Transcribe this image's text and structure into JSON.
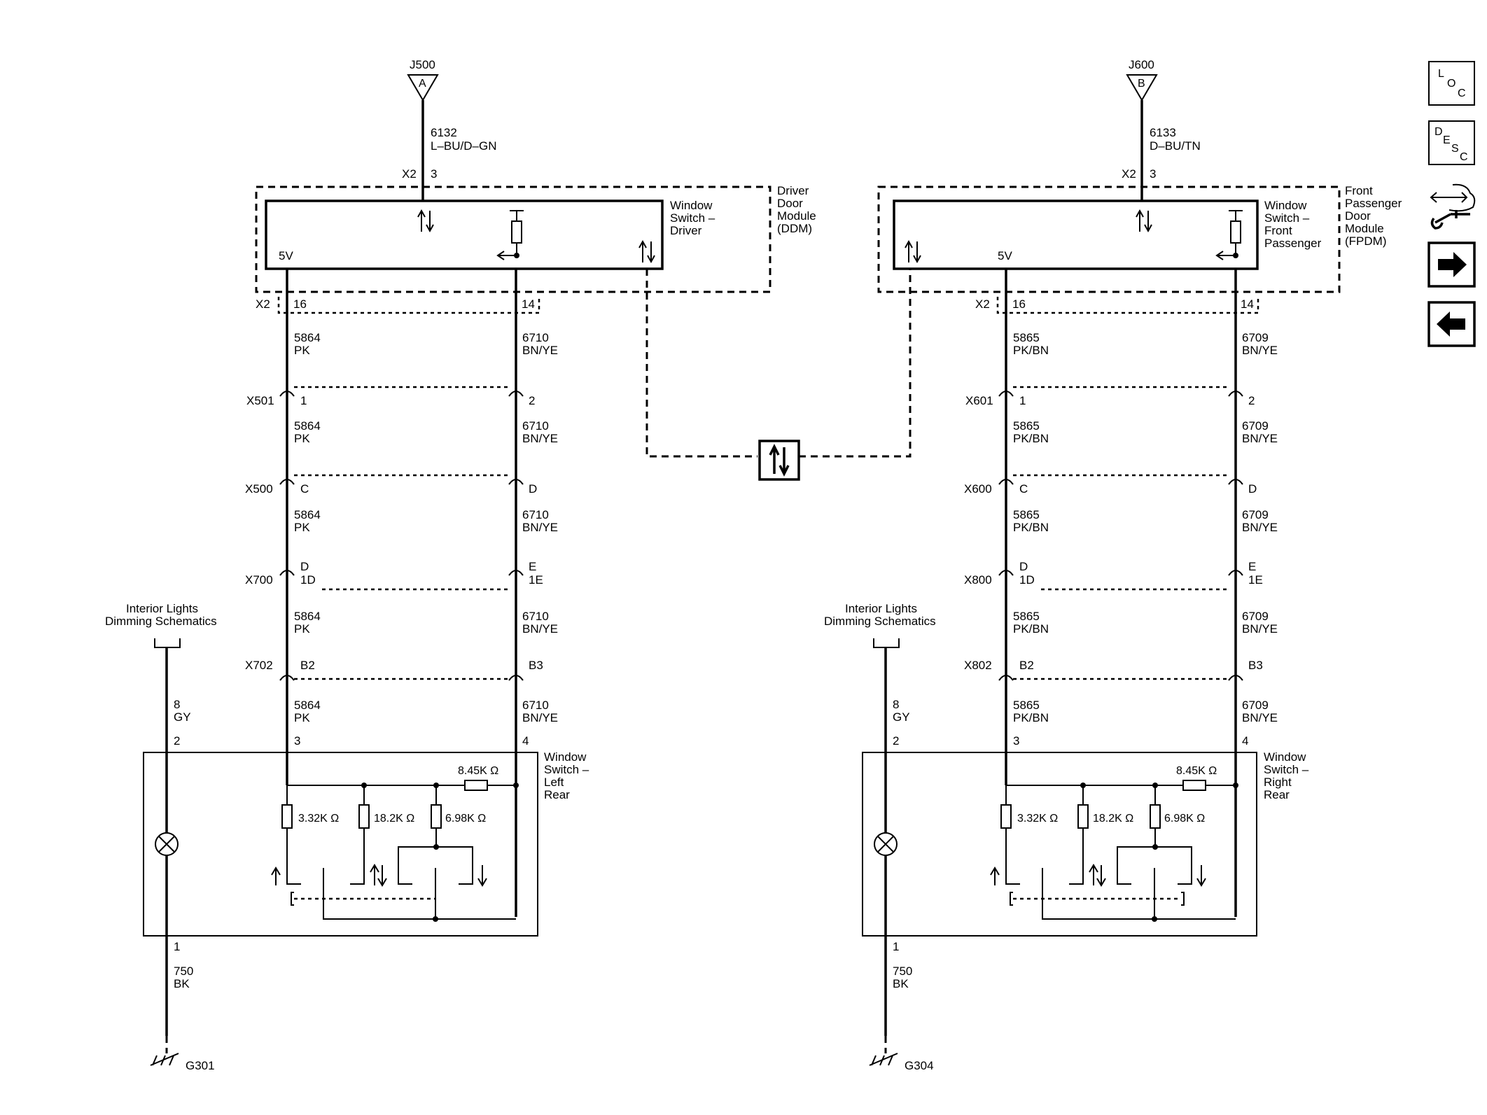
{
  "left": {
    "connector_tag": "J500",
    "connector_letter": "A",
    "feed_circuit": "6132",
    "feed_color": "L–BU/D–GN",
    "x2_label": "X2",
    "x2_pin": "3",
    "module_label": [
      "Driver",
      "Door",
      "Module",
      "(DDM)"
    ],
    "switch_label": [
      "Window",
      "Switch –",
      "Driver"
    ],
    "v5": "5V",
    "pin_x2": "X2",
    "pin16": "16",
    "pin14": "14",
    "wireA": [
      {
        "c": "5864",
        "col": "PK"
      },
      {
        "c": "5864",
        "col": "PK"
      },
      {
        "c": "5864",
        "col": "PK"
      },
      {
        "c": "5864",
        "col": "PK"
      },
      {
        "c": "5864",
        "col": "PK"
      }
    ],
    "wireB": [
      {
        "c": "6710",
        "col": "BN/YE"
      },
      {
        "c": "6710",
        "col": "BN/YE"
      },
      {
        "c": "6710",
        "col": "BN/YE"
      },
      {
        "c": "6710",
        "col": "BN/YE"
      },
      {
        "c": "6710",
        "col": "BN/YE"
      }
    ],
    "connectors": [
      {
        "name": "X501",
        "a": "1",
        "a2": "",
        "b": "2",
        "b2": ""
      },
      {
        "name": "X500",
        "a": "C",
        "a2": "",
        "b": "D",
        "b2": ""
      },
      {
        "name": "X700",
        "a": "D",
        "a2": "1D",
        "b": "E",
        "b2": "1E"
      },
      {
        "name": "X702",
        "a": "B2",
        "a2": "",
        "b": "B3",
        "b2": ""
      }
    ],
    "dimming": [
      "Interior Lights",
      "Dimming Schematics"
    ],
    "gy_circuit": "8",
    "gy_color": "GY",
    "pin2": "2",
    "pin3": "3",
    "pin4": "4",
    "rear_label": [
      "Window",
      "Switch –",
      "Left",
      "Rear"
    ],
    "r1": "8.45K Ω",
    "r2": "3.32K Ω",
    "r3": "18.2K Ω",
    "r4": "6.98K Ω",
    "pin1": "1",
    "bk_circuit": "750",
    "bk_color": "BK",
    "ground": "G301"
  },
  "right": {
    "connector_tag": "J600",
    "connector_letter": "B",
    "feed_circuit": "6133",
    "feed_color": "D–BU/TN",
    "x2_label": "X2",
    "x2_pin": "3",
    "module_label": [
      "Front",
      "Passenger",
      "Door",
      "Module",
      "(FPDM)"
    ],
    "switch_label": [
      "Window",
      "Switch –",
      "Front",
      "Passenger"
    ],
    "v5": "5V",
    "pin_x2": "X2",
    "pin16": "16",
    "pin14": "14",
    "wireA": [
      {
        "c": "5865",
        "col": "PK/BN"
      },
      {
        "c": "5865",
        "col": "PK/BN"
      },
      {
        "c": "5865",
        "col": "PK/BN"
      },
      {
        "c": "5865",
        "col": "PK/BN"
      },
      {
        "c": "5865",
        "col": "PK/BN"
      }
    ],
    "wireB": [
      {
        "c": "6709",
        "col": "BN/YE"
      },
      {
        "c": "6709",
        "col": "BN/YE"
      },
      {
        "c": "6709",
        "col": "BN/YE"
      },
      {
        "c": "6709",
        "col": "BN/YE"
      },
      {
        "c": "6709",
        "col": "BN/YE"
      }
    ],
    "connectors": [
      {
        "name": "X601",
        "a": "1",
        "a2": "",
        "b": "2",
        "b2": ""
      },
      {
        "name": "X600",
        "a": "C",
        "a2": "",
        "b": "D",
        "b2": ""
      },
      {
        "name": "X800",
        "a": "D",
        "a2": "1D",
        "b": "E",
        "b2": "1E"
      },
      {
        "name": "X802",
        "a": "B2",
        "a2": "",
        "b": "B3",
        "b2": ""
      }
    ],
    "dimming": [
      "Interior Lights",
      "Dimming Schematics"
    ],
    "gy_circuit": "8",
    "gy_color": "GY",
    "pin2": "2",
    "pin3": "3",
    "pin4": "4",
    "rear_label": [
      "Window",
      "Switch –",
      "Right",
      "Rear"
    ],
    "r1": "8.45K Ω",
    "r2": "3.32K Ω",
    "r3": "18.2K Ω",
    "r4": "6.98K Ω",
    "pin1": "1",
    "bk_circuit": "750",
    "bk_color": "BK",
    "ground": "G304"
  },
  "nav": {
    "loc": [
      "L",
      "O",
      "C"
    ],
    "desc": [
      "D",
      "E",
      "S",
      "C"
    ],
    "icons": [
      "connector-end-view-icon",
      "arrow-right-icon",
      "arrow-left-icon"
    ]
  }
}
